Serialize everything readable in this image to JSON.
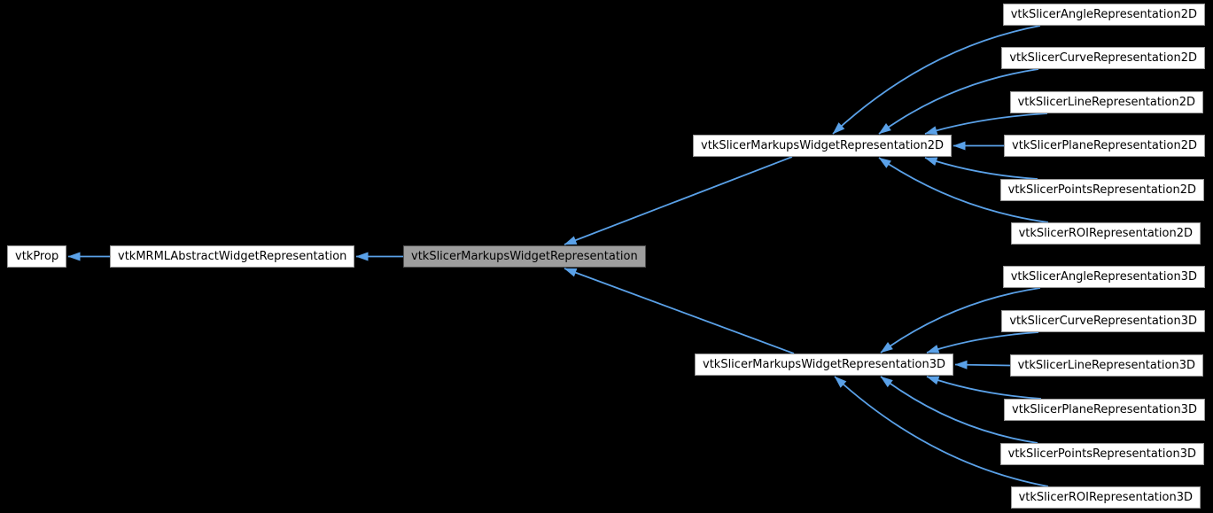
{
  "diagram": {
    "kind": "inheritance-graph",
    "colors": {
      "background": "#000000",
      "arrow": "#5aa1e8",
      "node_fill": "#ffffff",
      "node_border": "#9a9a9a",
      "highlight_fill": "#9e9e9e",
      "highlight_border": "#4f4f4f",
      "text": "#000000"
    },
    "nodes": [
      {
        "id": "vtkprop",
        "label": "vtkProp",
        "highlight": false
      },
      {
        "id": "vtkmrml",
        "label": "vtkMRMLAbstractWidgetRepresentation",
        "highlight": false
      },
      {
        "id": "central",
        "label": "vtkSlicerMarkupsWidgetRepresentation",
        "highlight": true
      },
      {
        "id": "rep2d",
        "label": "vtkSlicerMarkupsWidgetRepresentation2D",
        "highlight": false
      },
      {
        "id": "rep3d",
        "label": "vtkSlicerMarkupsWidgetRepresentation3D",
        "highlight": false
      },
      {
        "id": "angle2d",
        "label": "vtkSlicerAngleRepresentation2D",
        "highlight": false
      },
      {
        "id": "curve2d",
        "label": "vtkSlicerCurveRepresentation2D",
        "highlight": false
      },
      {
        "id": "line2d",
        "label": "vtkSlicerLineRepresentation2D",
        "highlight": false
      },
      {
        "id": "plane2d",
        "label": "vtkSlicerPlaneRepresentation2D",
        "highlight": false
      },
      {
        "id": "points2d",
        "label": "vtkSlicerPointsRepresentation2D",
        "highlight": false
      },
      {
        "id": "roi2d",
        "label": "vtkSlicerROIRepresentation2D",
        "highlight": false
      },
      {
        "id": "angle3d",
        "label": "vtkSlicerAngleRepresentation3D",
        "highlight": false
      },
      {
        "id": "curve3d",
        "label": "vtkSlicerCurveRepresentation3D",
        "highlight": false
      },
      {
        "id": "line3d",
        "label": "vtkSlicerLineRepresentation3D",
        "highlight": false
      },
      {
        "id": "plane3d",
        "label": "vtkSlicerPlaneRepresentation3D",
        "highlight": false
      },
      {
        "id": "points3d",
        "label": "vtkSlicerPointsRepresentation3D",
        "highlight": false
      },
      {
        "id": "roi3d",
        "label": "vtkSlicerROIRepresentation3D",
        "highlight": false
      }
    ],
    "edges": [
      {
        "from": "vtkmrml",
        "to": "vtkprop"
      },
      {
        "from": "central",
        "to": "vtkmrml"
      },
      {
        "from": "rep2d",
        "to": "central"
      },
      {
        "from": "rep3d",
        "to": "central"
      },
      {
        "from": "angle2d",
        "to": "rep2d"
      },
      {
        "from": "curve2d",
        "to": "rep2d"
      },
      {
        "from": "line2d",
        "to": "rep2d"
      },
      {
        "from": "plane2d",
        "to": "rep2d"
      },
      {
        "from": "points2d",
        "to": "rep2d"
      },
      {
        "from": "roi2d",
        "to": "rep2d"
      },
      {
        "from": "angle3d",
        "to": "rep3d"
      },
      {
        "from": "curve3d",
        "to": "rep3d"
      },
      {
        "from": "line3d",
        "to": "rep3d"
      },
      {
        "from": "plane3d",
        "to": "rep3d"
      },
      {
        "from": "points3d",
        "to": "rep3d"
      },
      {
        "from": "roi3d",
        "to": "rep3d"
      }
    ]
  }
}
